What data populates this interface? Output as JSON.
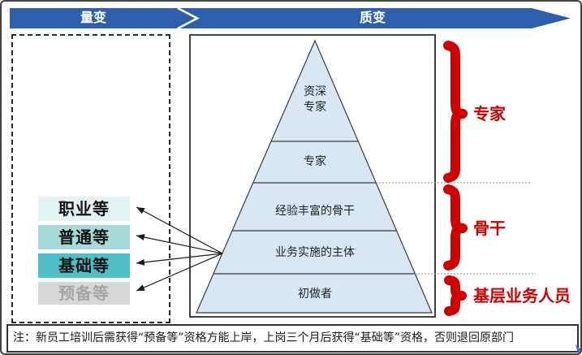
{
  "banner": {
    "left_label": "量变",
    "right_label": "质变",
    "color": "#2E5FAC"
  },
  "qualification_panel": {
    "chips": [
      {
        "label": "职业等",
        "bg": "#E3F3F1",
        "fg": "#111111"
      },
      {
        "label": "普通等",
        "bg": "#A6DBDA",
        "fg": "#111111"
      },
      {
        "label": "基础等",
        "bg": "#4EBFC4",
        "fg": "#111111"
      },
      {
        "label": "预备等",
        "bg": "#D7D7D7",
        "fg": "#A5A5A5"
      }
    ]
  },
  "pyramid": {
    "fill": "#D9E7F5",
    "levels": [
      {
        "label": "资深\n专家"
      },
      {
        "label": "专家"
      },
      {
        "label": "经验丰富的骨干"
      },
      {
        "label": "业务实施的主体"
      },
      {
        "label": "初做者"
      }
    ]
  },
  "braces": {
    "color": "#D00000",
    "items": [
      {
        "label": "专家"
      },
      {
        "label": "骨干"
      },
      {
        "label": "基层业务人员"
      }
    ]
  },
  "note": {
    "text": "注：新员工培训后需获得“预备等”资格方能上岸，上岗三个月后获得“基础等”资格，否则退回原部门"
  }
}
